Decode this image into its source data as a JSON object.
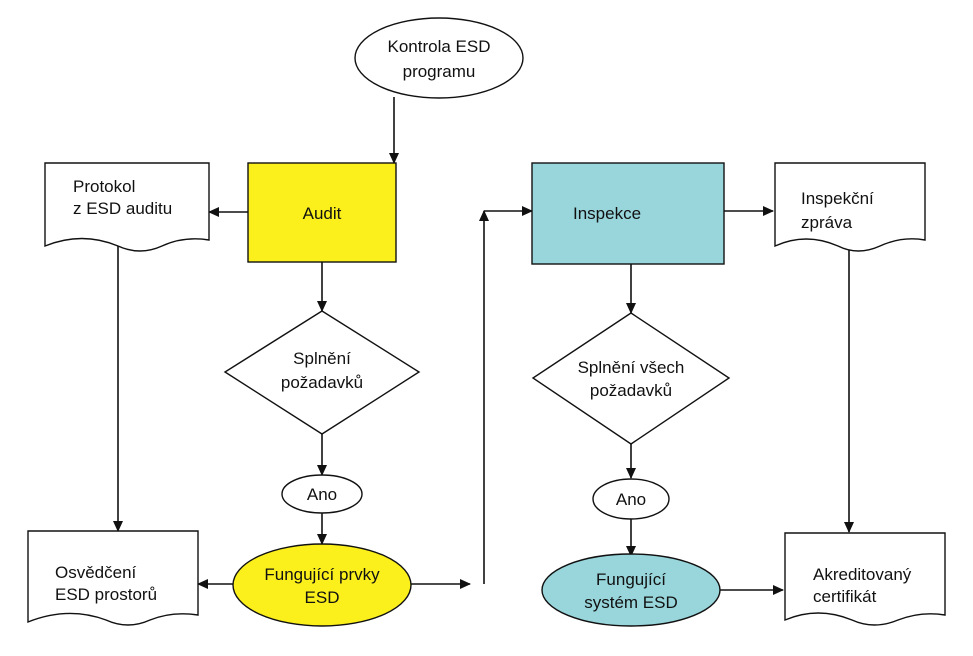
{
  "colors": {
    "audit_fill": "#fbef1c",
    "audit_oval_fill": "#fbef1c",
    "inspection_fill": "#98d6dc",
    "inspection_oval_fill": "#98d6dc",
    "line": "#111111",
    "background": "#ffffff"
  },
  "nodes": {
    "start": {
      "shape": "ellipse",
      "lines": [
        "Kontrola ESD",
        "programu"
      ]
    },
    "audit": {
      "shape": "rectangle",
      "lines": [
        "Audit"
      ]
    },
    "audit_protocol": {
      "shape": "document",
      "lines": [
        "Protokol",
        "z ESD auditu"
      ]
    },
    "audit_decision": {
      "shape": "diamond",
      "lines": [
        "Splnění",
        "požadavků"
      ]
    },
    "audit_yes": {
      "shape": "ellipse",
      "lines": [
        "Ano"
      ]
    },
    "functional_elements": {
      "shape": "ellipse",
      "lines": [
        "Fungující prvky",
        "ESD"
      ]
    },
    "premises_certificate": {
      "shape": "document",
      "lines": [
        "Osvědčení",
        "ESD prostorů"
      ]
    },
    "inspection": {
      "shape": "rectangle",
      "lines": [
        "Inspekce"
      ]
    },
    "inspection_report": {
      "shape": "document",
      "lines": [
        "Inspekční",
        "zpráva"
      ]
    },
    "inspection_decision": {
      "shape": "diamond",
      "lines": [
        "Splnění všech",
        "požadavků"
      ]
    },
    "inspection_yes": {
      "shape": "ellipse",
      "lines": [
        "Ano"
      ]
    },
    "functional_system": {
      "shape": "ellipse",
      "lines": [
        "Fungující",
        "systém ESD"
      ]
    },
    "accredited_certificate": {
      "shape": "document",
      "lines": [
        "Akreditovaný",
        "certifikát"
      ]
    }
  },
  "edges": [
    {
      "from": "start",
      "to": "audit"
    },
    {
      "from": "audit",
      "to": "audit_protocol"
    },
    {
      "from": "audit",
      "to": "audit_decision"
    },
    {
      "from": "audit_decision",
      "to": "audit_yes"
    },
    {
      "from": "audit_yes",
      "to": "functional_elements"
    },
    {
      "from": "audit_protocol",
      "to": "premises_certificate"
    },
    {
      "from": "functional_elements",
      "to": "premises_certificate"
    },
    {
      "from": "functional_elements",
      "to": "inspection"
    },
    {
      "from": "inspection",
      "to": "inspection_report"
    },
    {
      "from": "inspection",
      "to": "inspection_decision"
    },
    {
      "from": "inspection_decision",
      "to": "inspection_yes"
    },
    {
      "from": "inspection_yes",
      "to": "functional_system"
    },
    {
      "from": "functional_system",
      "to": "accredited_certificate"
    },
    {
      "from": "inspection_report",
      "to": "accredited_certificate"
    }
  ]
}
